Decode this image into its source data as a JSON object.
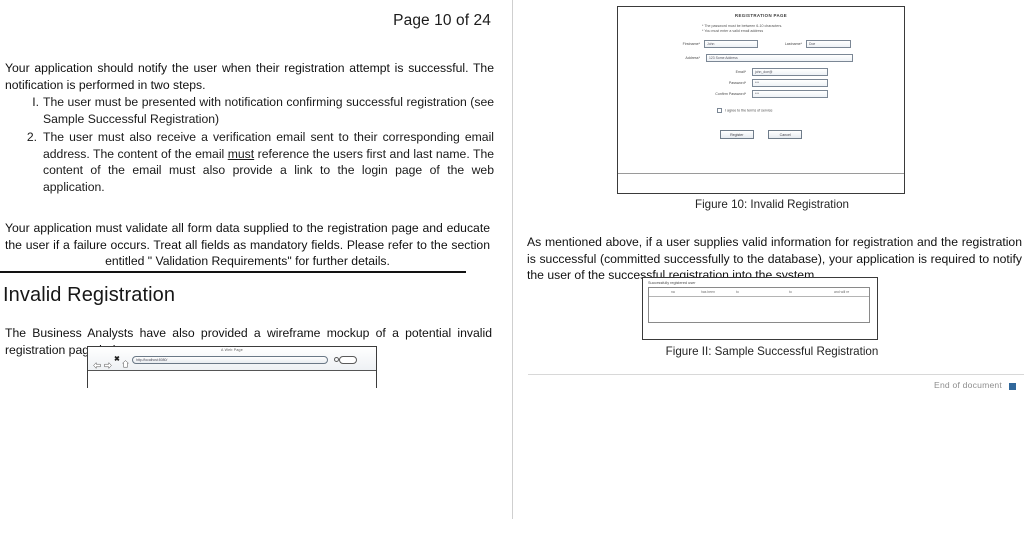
{
  "document": {
    "page_label": "Page 10 of 24",
    "end_of_document": "End of document"
  },
  "left_column": {
    "intro_paragraph": "Your application should notify the user when their registration attempt is successful. The notification is performed in two steps.",
    "steps": [
      {
        "marker": "I.",
        "text": "The user must be presented with notification confirming successful registration (see Sample Successful Registration)"
      },
      {
        "marker": "2.",
        "text_before": "The user must also receive a verification email sent to their corresponding email address. The content of the email ",
        "emphasis": "must",
        "text_after": " reference the users first and last name. The content of the email must also provide a link to the login page of the web application."
      }
    ],
    "validation_paragraph": "Your application must validate all form data supplied to the registration page and educate the user if a failure occurs. Treat all fields as mandatory fields. Please refer to the section entitled \" Validation Requirements\" for further details.",
    "section_heading": "Invalid Registration",
    "wireframe_paragraph": "The Business Analysts have also provided a wireframe mockup of a potential invalid registration page below:",
    "browser_mockup": {
      "window_title": "A Web Page",
      "url_value": "http://localhost:8080/",
      "icons": [
        "back-arrow-icon",
        "forward-arrow-icon",
        "stop-icon",
        "home-icon",
        "search-icon"
      ]
    }
  },
  "right_column": {
    "figure_10": {
      "caption": "Figure 10: Invalid Registration",
      "mock": {
        "title": "REGISTRATION PAGE",
        "errors": [
          "* The password must be between 6-10 characters.",
          "* You must enter a valid email address"
        ],
        "fields": [
          {
            "label": "Firstname*",
            "value": "John"
          },
          {
            "label": "Lastname*",
            "value": "Doe"
          },
          {
            "label": "Address*",
            "value": "123 Some Address"
          },
          {
            "label": "Email*",
            "value": "john_doe@"
          },
          {
            "label": "Password*",
            "value": "***"
          },
          {
            "label": "Confirm Password*",
            "value": "***"
          }
        ],
        "checkbox_label": "I agree to the terms of service",
        "buttons": [
          "Register",
          "Cancel"
        ]
      }
    },
    "body_paragraph": "As mentioned above, if a user supplies valid information for registration and the registration is successful (committed successfully to the database), your application is required to notify the user of the successful registration into the system.",
    "figure_11": {
      "caption": "Figure II: Sample Successful Registration",
      "mock": {
        "title": "Successfully registered user",
        "cells": [
          "na",
          "has been",
          "to",
          "to",
          "and will re"
        ]
      }
    }
  },
  "colors": {
    "end_marker": "#31689b",
    "page_divider": "#cfcfcf",
    "heading_rule": "#121212"
  }
}
